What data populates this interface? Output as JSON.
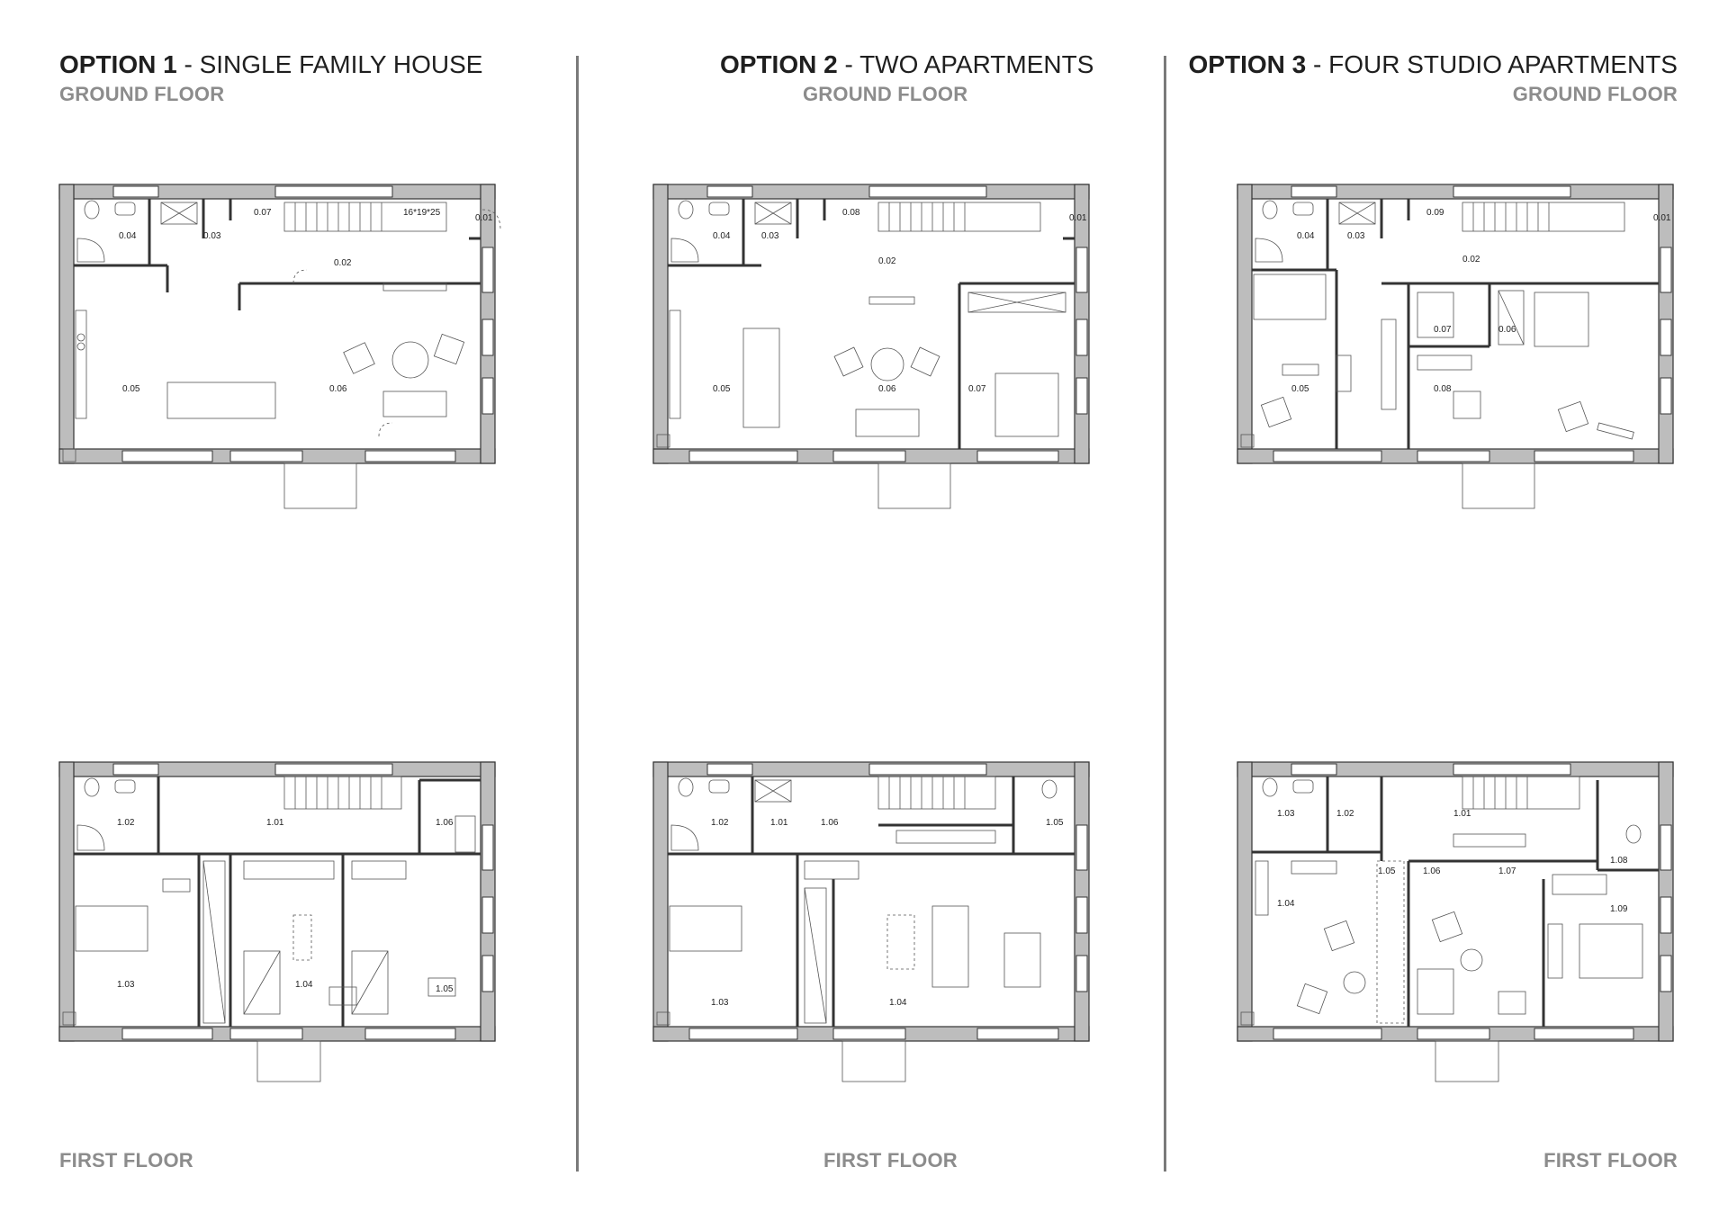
{
  "options": [
    {
      "number_label": "OPTION  1",
      "subtitle": " - SINGLE FAMILY HOUSE",
      "ground_label": "GROUND FLOOR",
      "first_label": "FIRST FLOOR",
      "ground_rooms": [
        "0.01",
        "0.02",
        "0.03",
        "0.04",
        "0.05",
        "0.06",
        "0.07"
      ],
      "stair_note": "16*19*25",
      "first_rooms": [
        "1.01",
        "1.02",
        "1.03",
        "1.04",
        "1.05",
        "1.06"
      ]
    },
    {
      "number_label": "OPTION 2",
      "subtitle": " - TWO APARTMENTS",
      "ground_label": "GROUND FLOOR",
      "first_label": "FIRST FLOOR",
      "ground_rooms": [
        "0.01",
        "0.02",
        "0.03",
        "0.04",
        "0.05",
        "0.06",
        "0.07",
        "0.08"
      ],
      "first_rooms": [
        "1.01",
        "1.02",
        "1.03",
        "1.04",
        "1.05",
        "1.06"
      ]
    },
    {
      "number_label": "OPTION 3",
      "subtitle": " - FOUR STUDIO APARTMENTS",
      "ground_label": "GROUND FLOOR",
      "first_label": "FIRST FLOOR",
      "ground_rooms": [
        "0.01",
        "0.02",
        "0.03",
        "0.04",
        "0.05",
        "0.06",
        "0.07",
        "0.08",
        "0.09"
      ],
      "first_rooms": [
        "1.01",
        "1.02",
        "1.03",
        "1.04",
        "1.05",
        "1.06",
        "1.07",
        "1.08",
        "1.09"
      ]
    }
  ],
  "colors": {
    "wall_fill": "#bdbdbd",
    "wall_stroke": "#333333",
    "divider": "#7a7a7a",
    "label_grey": "#8c8c8c"
  }
}
